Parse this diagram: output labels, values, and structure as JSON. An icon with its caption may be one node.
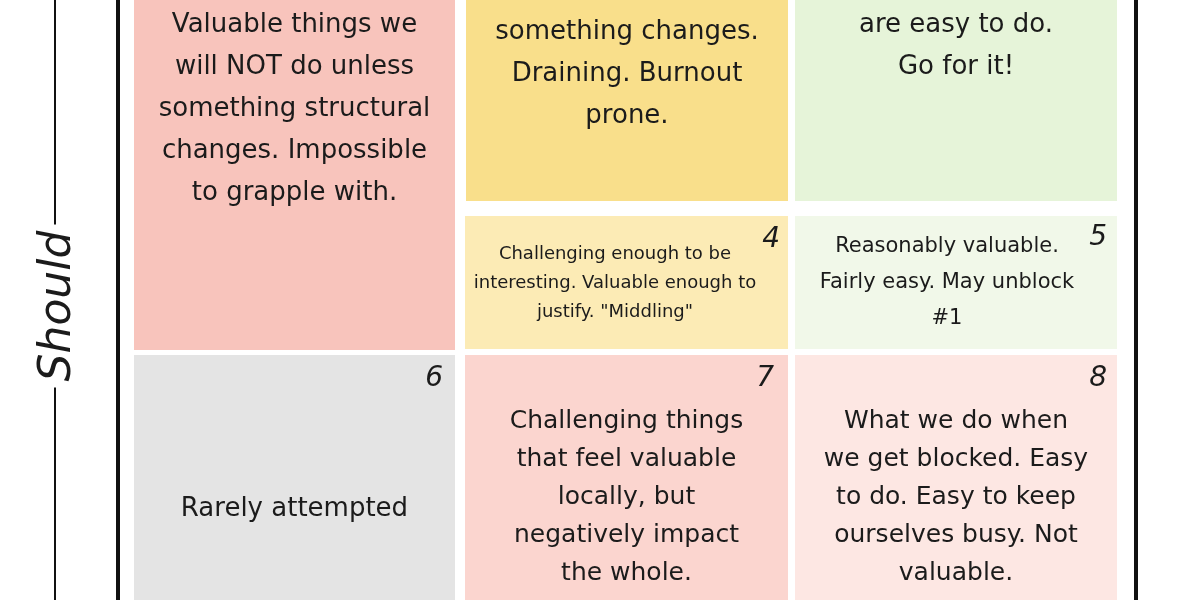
{
  "diagram": {
    "nodes": [
      {
        "text": [
          "Valuable things we will NOT do unless something structural changes. Impossible to grapple with."
        ]
      },
      {
        "text": [
          "something changes. Draining. Burnout prone."
        ]
      },
      {
        "text": [
          "are easy to do. Go for it!"
        ]
      },
      {
        "text": [
          "4",
          "Challenging enough to be interesting. Valuable enough to justify. \"Middling\""
        ]
      },
      {
        "text": [
          "5",
          "Reasonably valuable. Fairly easy. May unblock #1"
        ]
      },
      {
        "text": [
          "6",
          "Rarely attempted"
        ]
      },
      {
        "text": [
          "7",
          "Challenging things that feel valuable locally, but negatively impact the whole."
        ]
      },
      {
        "text": [
          "8",
          "What we do when we get blocked. Easy to do. Easy to keep ourselves busy. Not valuable."
        ]
      }
    ],
    "labels": [
      "Should"
    ]
  }
}
